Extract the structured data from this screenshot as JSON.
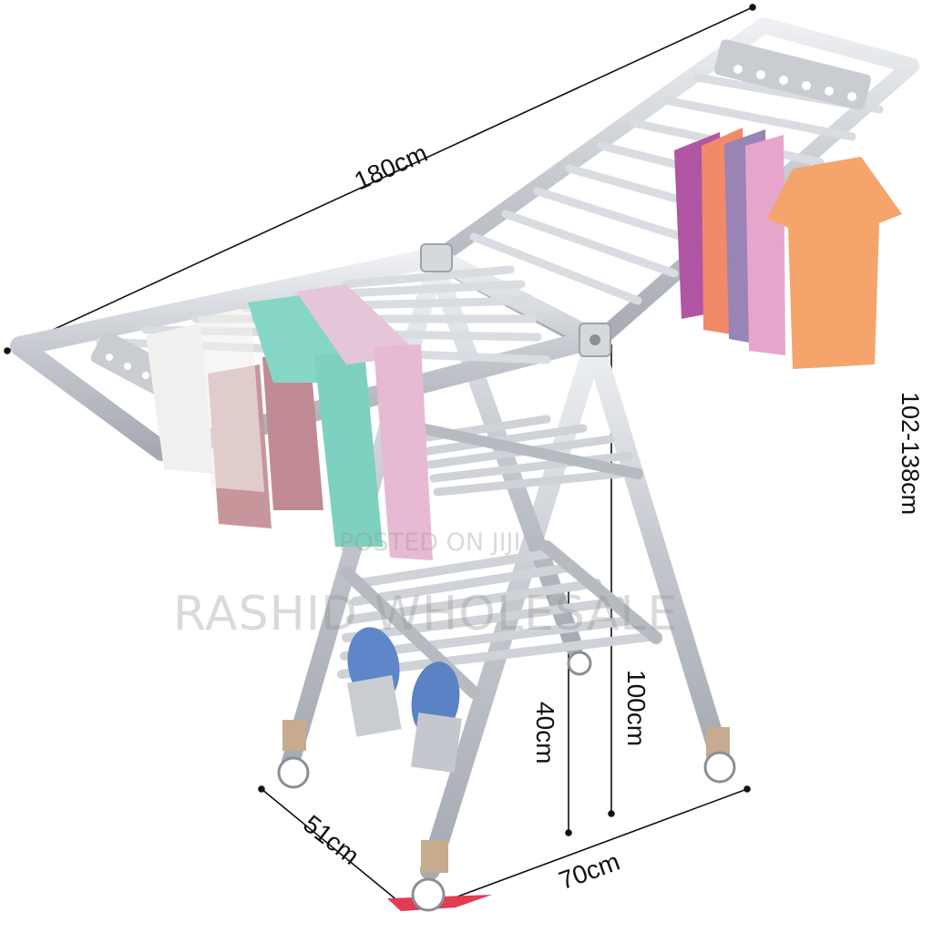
{
  "dimensions": {
    "length": "180cm",
    "height_range": "102-138cm",
    "rack_height": "100cm",
    "shelf_height": "40cm",
    "depth": "51cm",
    "width": "70cm"
  },
  "watermark": {
    "posted": "POSTED ON JIJI",
    "seller": "RASHID WHOLESALE"
  },
  "colors": {
    "frame": "#c9ccd1",
    "frame_dark": "#9ea3aa",
    "rail": "#dfe2e6",
    "towel_pink": "#c7969a",
    "towel_white": "#f1f0ee",
    "towel_teal": "#86d6c5",
    "towel_lilac": "#e5c6d9",
    "shirt_orange": "#f5a46b",
    "slipper_blue": "#5e86c9",
    "marker_red": "#e23b52"
  }
}
